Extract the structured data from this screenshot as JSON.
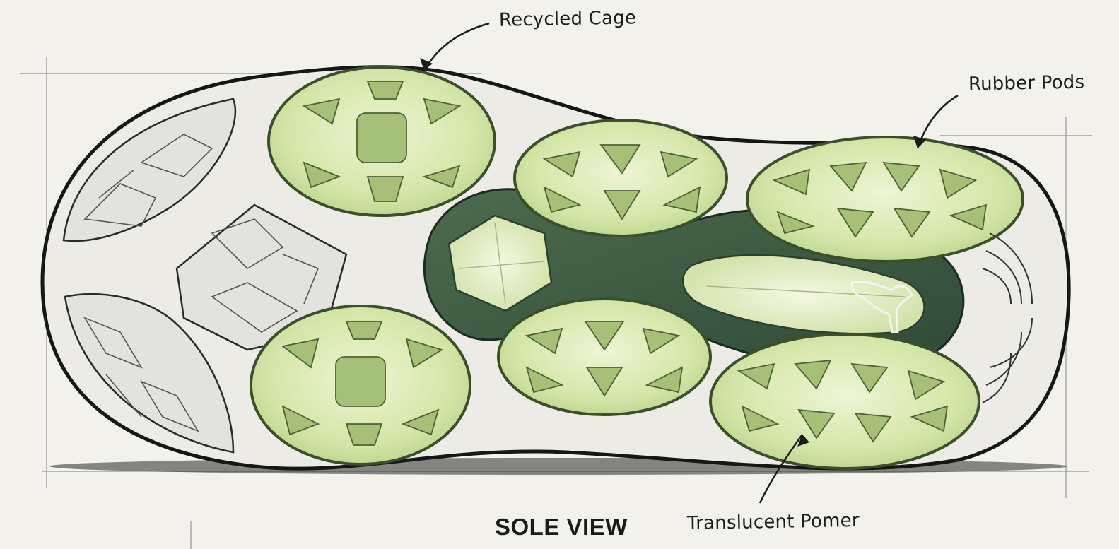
{
  "labels": {
    "recycled_cage": "Recycled Cage",
    "rubber_pods": "Rubber Pods",
    "translucent_polymer": "Translucent Pomer"
  },
  "view_title": "SOLE VIEW",
  "colors": {
    "paper": "#f2f1ec",
    "ink": "#1c1c1c",
    "pod_fill": "#d3e6a8",
    "pod_edge": "#8fa662",
    "channel": "#3c5a43",
    "cage_fill": "#e4e4e0"
  },
  "icons": [
    "puma-cat-logo"
  ]
}
